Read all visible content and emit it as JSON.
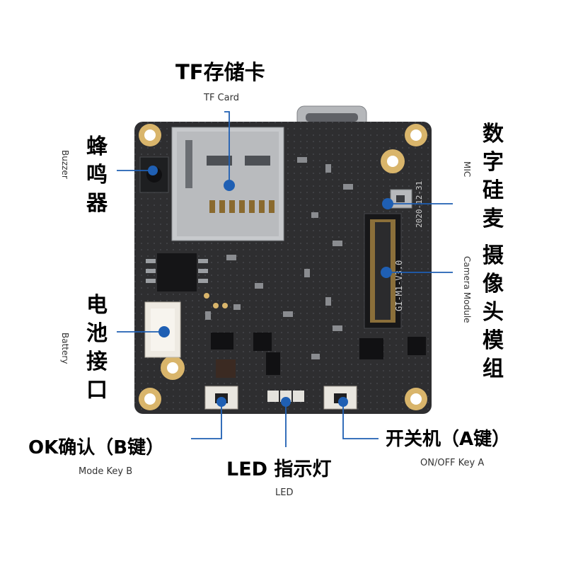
{
  "colors": {
    "pcb": "#2e2e30",
    "pcb_dark": "#1d1d1f",
    "gold": "#d9b56b",
    "callout": "#1f5fb3",
    "silk": "#d0d0d0"
  },
  "labels": {
    "tf": {
      "zh": "TF存储卡",
      "en": "TF Card"
    },
    "buzzer": {
      "zh": "蜂鸣器",
      "en": "Buzzer"
    },
    "mic": {
      "zh": "数字硅麦",
      "en": "MIC"
    },
    "camera": {
      "zh": "摄像头模组",
      "en": "Camera Module"
    },
    "battery": {
      "zh": "电池接口",
      "en": "Battery"
    },
    "ok": {
      "zh": "OK确认（B键）",
      "en": "Mode Key B"
    },
    "led": {
      "zh": "LED 指示灯",
      "en": "LED"
    },
    "power": {
      "zh": "开关机（A键）",
      "en": "ON/OFF  Key A"
    }
  },
  "silkscreen": {
    "date": "2020-12-31",
    "version": "GI-M1-V3.0"
  }
}
